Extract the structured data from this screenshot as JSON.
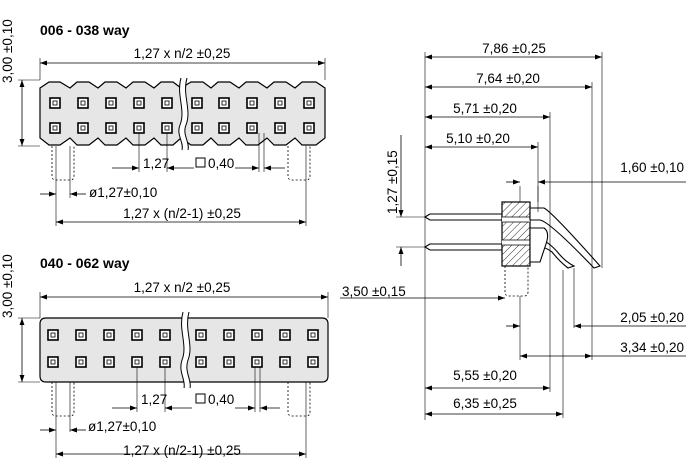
{
  "top_view_1": {
    "title": "006 - 038 way",
    "height_dim": "3,00 ±0,10",
    "length_dim": "1,27 x n/2 ±0,25",
    "pitch_dim": "1,27",
    "pin_square_dim": "0,40",
    "hole_dia_dim": "ø1,27±0,10",
    "pin_span_dim": "1,27 x (n/2-1) ±0,25"
  },
  "top_view_2": {
    "title": "040 - 062 way",
    "height_dim": "3,00 ±0,10",
    "length_dim": "1,27 x n/2 ±0,25",
    "pitch_dim": "1,27",
    "pin_square_dim": "0,40",
    "hole_dia_dim": "ø1,27±0,10",
    "pin_span_dim": "1,27 x (n/2-1) ±0,25"
  },
  "side_view": {
    "dim_786": "7,86 ±0,25",
    "dim_764": "7,64 ±0,20",
    "dim_571": "5,71 ±0,20",
    "dim_510": "5,10 ±0,20",
    "dim_160": "1,60 ±0,10",
    "dim_127_vert": "1,27 ±0,15",
    "dim_350": "3,50 ±0,15",
    "dim_205": "2,05 ±0,20",
    "dim_334": "3,34 ±0,20",
    "dim_555": "5,55 ±0,20",
    "dim_635": "6,35 ±0,25"
  }
}
